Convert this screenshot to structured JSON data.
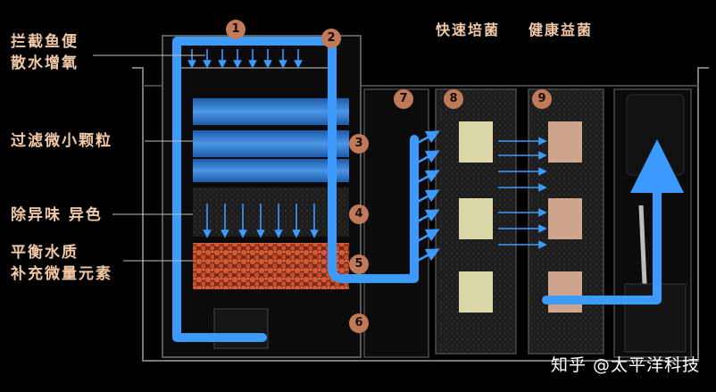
{
  "labels": {
    "intercept": [
      "拦截鱼便",
      "散水增氧"
    ],
    "filter_particles": "过滤微小颗粒",
    "remove_odor": "除异味 异色",
    "balance": [
      "平衡水质",
      "补充微量元素"
    ]
  },
  "titles": {
    "fast_bacteria": "快速培菌",
    "healthy_bacteria": "健康益菌"
  },
  "badges": [
    "1",
    "2",
    "3",
    "4",
    "5",
    "6",
    "7",
    "8",
    "9"
  ],
  "watermark": "知乎 @太平洋科技",
  "colors": {
    "label": "#f1c9a7",
    "badge": "#c07a5a",
    "flow": "#3d9bff",
    "sponge": "#3b7fd0",
    "ceramic": "#c2502e"
  }
}
